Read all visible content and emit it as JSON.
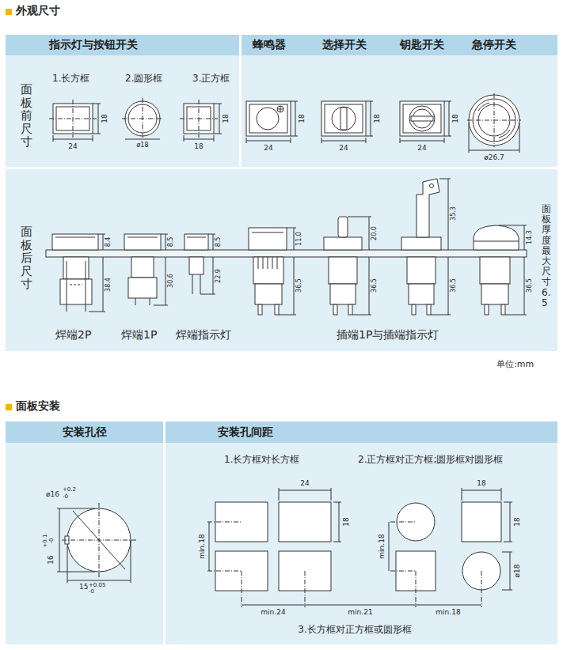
{
  "diagram": {
    "title": "外观尺寸",
    "nodes": [
      {
        "text": [
          "指示灯与按钮开关"
        ]
      },
      {
        "text": [
          "蜂鸣器"
        ]
      },
      {
        "text": [
          "选择开关"
        ]
      },
      {
        "text": [
          "钥匙开关"
        ]
      },
      {
        "text": [
          "急停开关"
        ]
      },
      {
        "text": [
          "安装孔径"
        ]
      },
      {
        "text": [
          "安装孔间距"
        ]
      }
    ],
    "labels": [
      "面板前尺寸",
      "1.长方框",
      "2.圆形框",
      "3.正方框",
      "18",
      "24",
      "ø18",
      "18",
      "18",
      "18",
      "24",
      "18",
      "24",
      "18",
      "24",
      "ø26.7",
      "面板后尺寸",
      "8.4",
      "38.4",
      "8.5",
      "30.6",
      "8.5",
      "22.9",
      "11.0",
      "36.5",
      "20.0",
      "36.5",
      "35.3",
      "36.5",
      "14.3",
      "36.5",
      "面板厚度最大尺寸6.5",
      "焊端2P",
      "焊端1P",
      "焊端指示灯",
      "插端1P与插端指示灯",
      "单位:mm",
      "面板安装",
      "ø16",
      "+0.2",
      "-0",
      "16",
      "+0.1",
      "-0",
      "15",
      "+0.05",
      "-0",
      "1.长方框对长方框",
      "2.正方框对正方框;圆形框对圆形框",
      "24",
      "18",
      "min.18",
      "18",
      "18",
      "min.18",
      "ø18",
      "min.24",
      "min.21",
      "min.18",
      "3.长方框对正方框或圆形框"
    ]
  }
}
